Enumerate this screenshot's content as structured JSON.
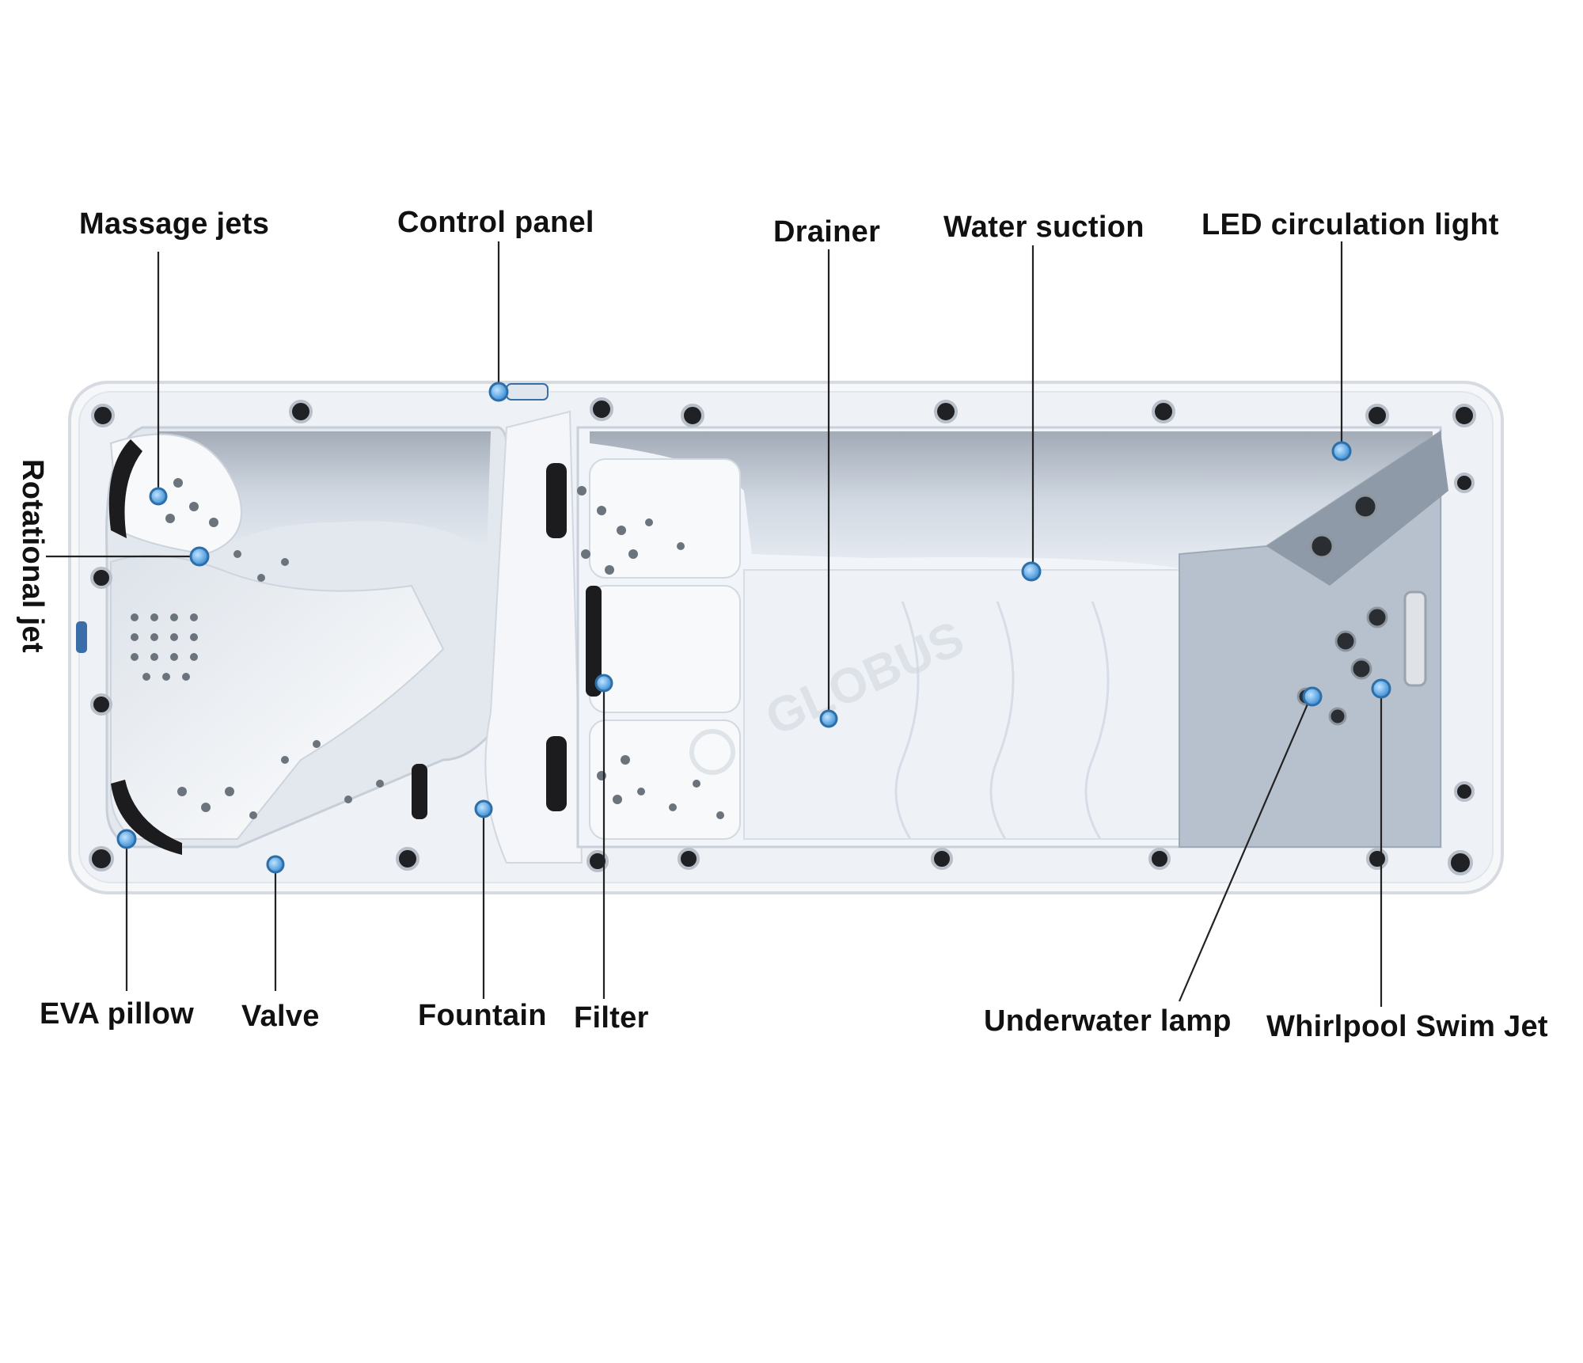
{
  "diagram": {
    "labels": {
      "massage_jets": "Massage jets",
      "control_panel": "Control panel",
      "drainer": "Drainer",
      "water_suction": "Water suction",
      "led_light": "LED circulation light",
      "rotational_jet": "Rotational jet",
      "eva_pillow": "EVA pillow",
      "valve": "Valve",
      "fountain": "Fountain",
      "filter": "Filter",
      "underwater_lamp": "Underwater lamp",
      "whirlpool_jet": "Whirlpool Swim Jet"
    },
    "watermark": "GLOBUS",
    "colors": {
      "marker": "#5aa9e6",
      "marker_ring": "#2f6fa8",
      "shell": "#f3f5f8",
      "leader": "#222222"
    }
  }
}
